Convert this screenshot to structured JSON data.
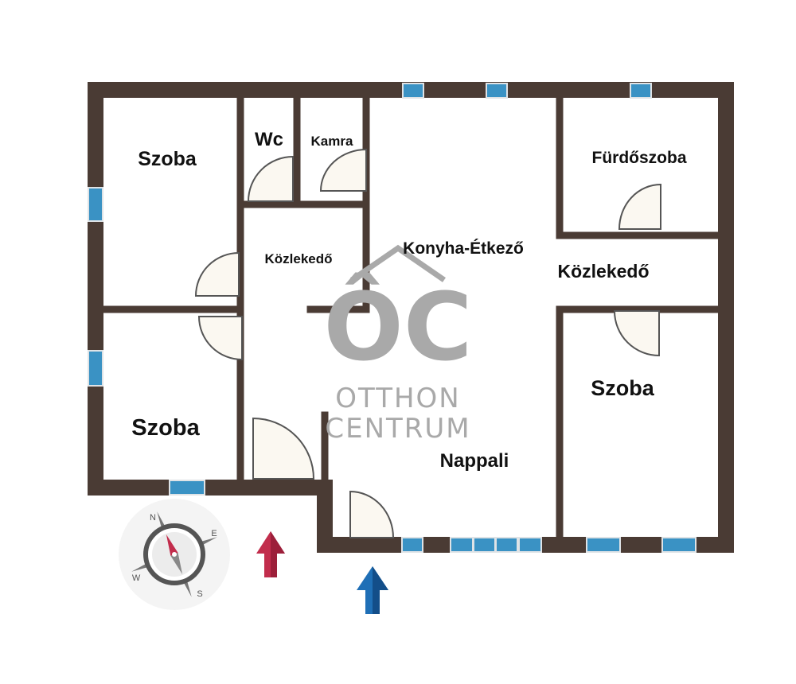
{
  "plan": {
    "colors": {
      "wall": "#4a3b34",
      "window": "#3a92c4",
      "door_fill": "#fbf8f1",
      "door_stroke": "#555555",
      "watermark": "#a9a9a9",
      "arrow_red": "#c22d4c",
      "arrow_blue": "#1f6fb6"
    },
    "rooms": {
      "szoba_nw": "Szoba",
      "wc": "Wc",
      "kamra": "Kamra",
      "furdoszoba": "Fürdőszoba",
      "kozlekedo_left": "Közlekedő",
      "konyha": "Konyha-Étkező",
      "kozlekedo_right": "Közlekedő",
      "szoba_sw": "Szoba",
      "szoba_e": "Szoba",
      "nappali": "Nappali"
    },
    "watermark": {
      "logo_text": "ÔC",
      "line1": "OTTHON",
      "line2": "CENTRUM"
    },
    "compass": {
      "n": "N",
      "e": "E",
      "s": "S",
      "w": "W"
    }
  }
}
